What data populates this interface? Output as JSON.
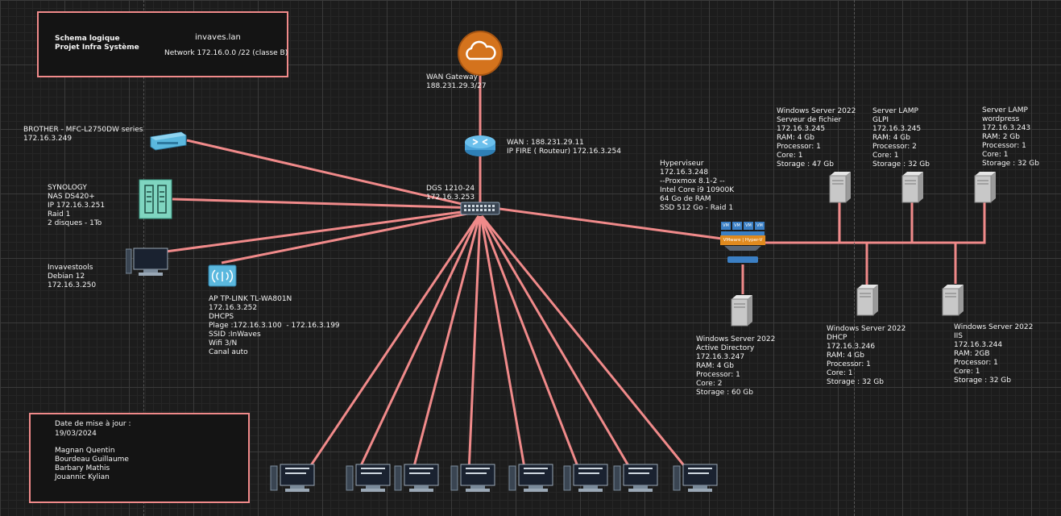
{
  "title_box": {
    "title": "Schema logique\nProjet Infra Système",
    "domain": "invaves.lan",
    "network": "Network 172.16.0.0 /22 (classe B)"
  },
  "info_box": {
    "date_label": "Date de mise à jour :",
    "date": "19/03/2024",
    "authors": "Magnan Quentin\nBourdeau Guillaume\nBarbary Mathis\nJouannic Kylian"
  },
  "labels": {
    "wan_gateway": "WAN Gateway\n188.231.29.3/27",
    "router": "WAN : 188.231.29.11\nIP FIRE ( Routeur) 172.16.3.254",
    "switch": "DGS 1210-24\n172.16.3.253",
    "printer": "BROTHER - MFC-L2750DW series\n172.16.3.249",
    "nas": "SYNOLOGY\nNAS DS420+\nIP 172.16.3.251\nRaid 1\n2 disques - 1To",
    "tools_pc": "Invavestools\nDebian 12\n172.16.3.250",
    "ap": "AP TP-LINK TL-WA801N\n172.16.3.252\nDHCPS\nPlage :172.16.3.100  - 172.16.3.199\nSSID :InWaves\nWifi 3/N\nCanal auto",
    "hypervisor": "Hyperviseur\n172.16.3.248\n--Proxmox 8.1-2 --\nIntel Core i9 10900K\n64 Go de RAM\nSSD 512 Go - Raid 1",
    "srv_fichier": "Windows Server 2022\nServeur de fichier\n172.16.3.245\nRAM: 4 Gb\nProcessor: 1\nCore: 1\nStorage : 47 Gb",
    "srv_glpi": "Server LAMP\nGLPI\n172.16.3.245\nRAM: 4 Gb\nProcessor: 2\nCore: 1\nStorage : 32 Gb",
    "srv_wordpress": "Server LAMP\nwordpress\n172.16.3.243\nRAM: 2 Gb\nProcessor: 1\nCore: 1\nStorage : 32 Gb",
    "srv_ad": "Windows Server 2022\nActive Directory\n172.16.3.247\nRAM: 4 Gb\nProcessor: 1\nCore: 2\nStorage : 60 Gb",
    "srv_dhcp": "Windows Server 2022\nDHCP\n172.16.3.246\nRAM: 4 Gb\nProcessor: 1\nCore: 1\nStorage : 32 Gb",
    "srv_iis": "Windows Server 2022\nIIS\n172.16.3.244\nRAM: 2GB\nProcessor: 1\nCore: 1\nStorage : 32 Gb"
  },
  "vm_chip_label": "VM",
  "hypervisor_banner": "VMware | Hyper-V",
  "colors": {
    "link": "#f08a8a",
    "background": "#1c1c1c",
    "cloud": "#d4731d",
    "router": "#4aa3d8",
    "printer": "#5bb8de",
    "nas": "#7fd5c0",
    "ap": "#5bb8de",
    "hyper_banner": "#e08a1e",
    "vm_chip": "#3b7fc4"
  },
  "icons": [
    "cloud-icon",
    "router-icon",
    "switch-icon",
    "printer-icon",
    "nas-icon",
    "monitor-icon",
    "access-point-icon",
    "hypervisor-icon",
    "server-icon"
  ]
}
